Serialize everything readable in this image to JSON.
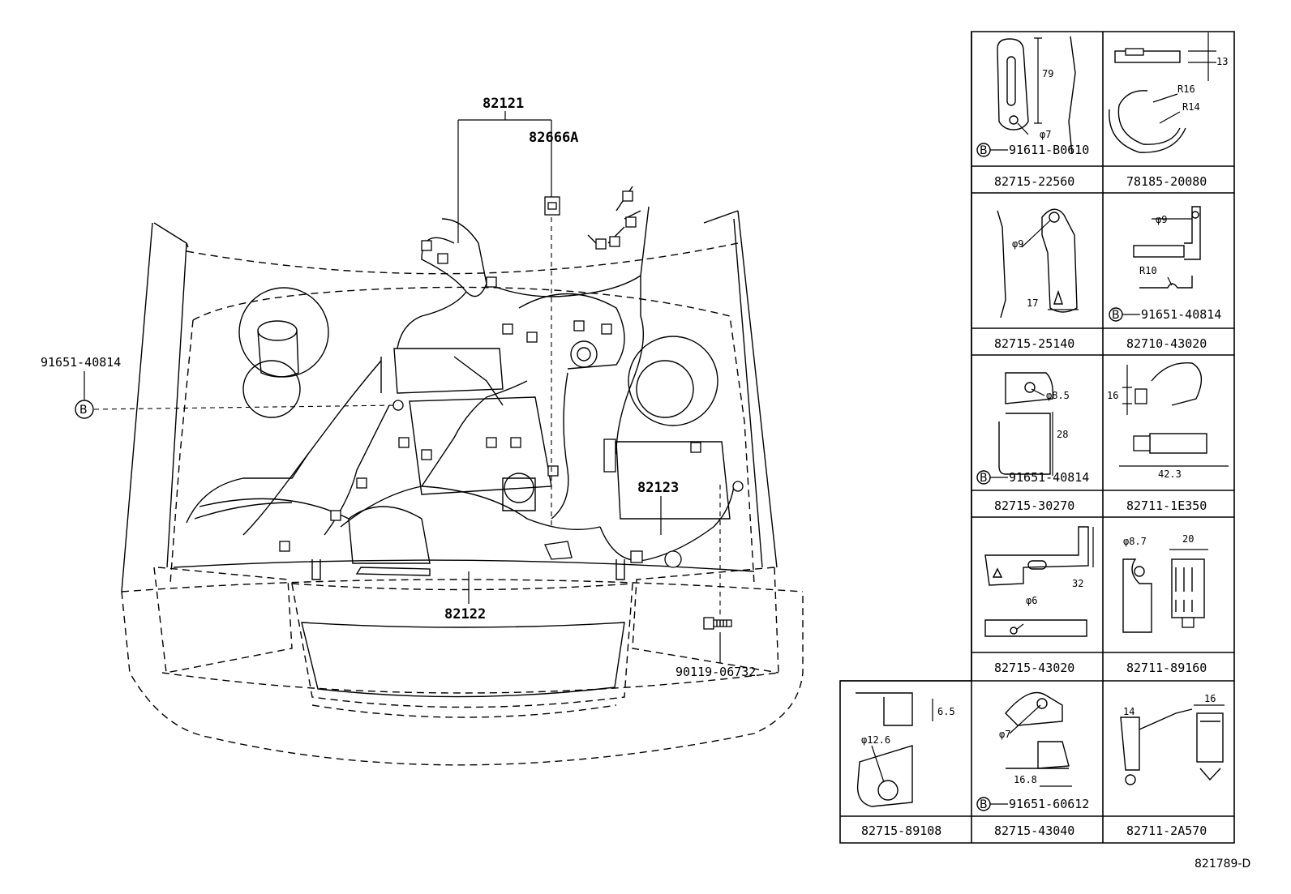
{
  "main_labels": {
    "wire_top": "82121",
    "clamp_top": "82666A",
    "wire_right": "82123",
    "wire_bottom": "82122",
    "bolt_left": "91651-40814",
    "bolt_left_marker": "B",
    "bolt_bottom_right": "90119-06732"
  },
  "clamp_cells": [
    {
      "part": "82715-22560",
      "dims": [
        "79",
        "φ7"
      ],
      "bolt_marker": "B",
      "bolt": "91611-B0610"
    },
    {
      "part": "78185-20080",
      "dims": [
        "13",
        "R16",
        "R14"
      ]
    },
    {
      "part": "82715-25140",
      "dims": [
        "φ9",
        "17"
      ]
    },
    {
      "part": "82710-43020",
      "dims": [
        "φ9",
        "R10"
      ],
      "bolt_marker": "B",
      "bolt": "91651-40814"
    },
    {
      "part": "82715-30270",
      "dims": [
        "φ8.5",
        "28"
      ],
      "bolt_marker": "B",
      "bolt": "91651-40814"
    },
    {
      "part": "82711-1E350",
      "dims": [
        "16",
        "42.3"
      ]
    },
    {
      "part": "82715-43020",
      "dims": [
        "32",
        "φ6"
      ]
    },
    {
      "part": "82711-89160",
      "dims": [
        "φ8.7",
        "20"
      ]
    },
    {
      "part": "82715-89108",
      "dims": [
        "6.5",
        "φ12.6"
      ]
    },
    {
      "part": "82715-43040",
      "dims": [
        "φ7",
        "16.8"
      ],
      "bolt_marker": "B",
      "bolt": "91651-60612"
    },
    {
      "part": "82711-2A570",
      "dims": [
        "14",
        "16"
      ]
    }
  ],
  "diagram_ref": "821789-D"
}
